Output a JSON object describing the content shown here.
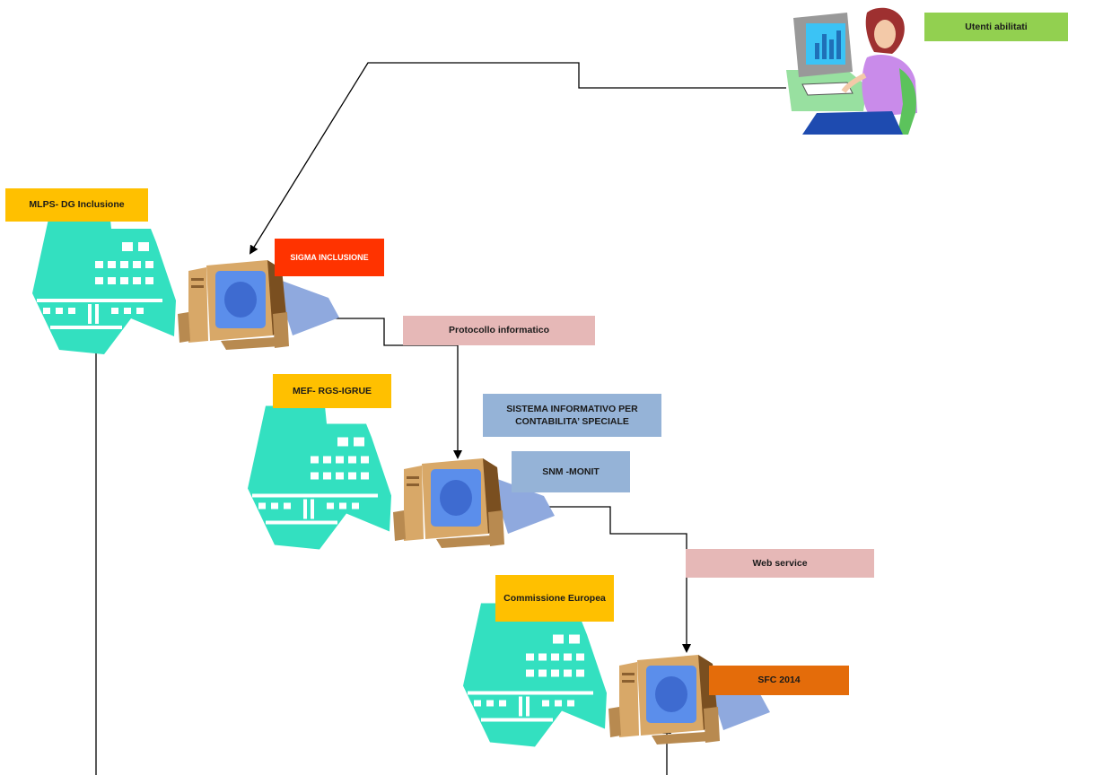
{
  "diagram": {
    "user_label": "Utenti abilitati",
    "nodes": [
      {
        "id": "mlps",
        "label": "MLPS- DG Inclusione",
        "color": "#FFC000"
      },
      {
        "id": "sigma",
        "label": "SIGMA INCLUSIONE",
        "color": "#FF3300"
      },
      {
        "id": "protocollo",
        "label": "Protocollo informatico",
        "color": "#E6B8B7"
      },
      {
        "id": "mef",
        "label": "MEF- RGS-IGRUE",
        "color": "#FFC000"
      },
      {
        "id": "sistema",
        "label": "SISTEMA INFORMATIVO PER CONTABILITA’ SPECIALE",
        "color": "#95B3D7"
      },
      {
        "id": "snm",
        "label": "SNM -MONIT",
        "color": "#95B3D7"
      },
      {
        "id": "webservice",
        "label": "Web service",
        "color": "#E6B8B7"
      },
      {
        "id": "commissione",
        "label": "Commissione Europea",
        "color": "#FFC000"
      },
      {
        "id": "sfc",
        "label": "SFC 2014",
        "color": "#E46C0A"
      }
    ],
    "user_label_color": "#92D050",
    "building_color": "#33E0C0",
    "monitor_color": "#D8A868",
    "screen_color": "#5B8EEB"
  }
}
